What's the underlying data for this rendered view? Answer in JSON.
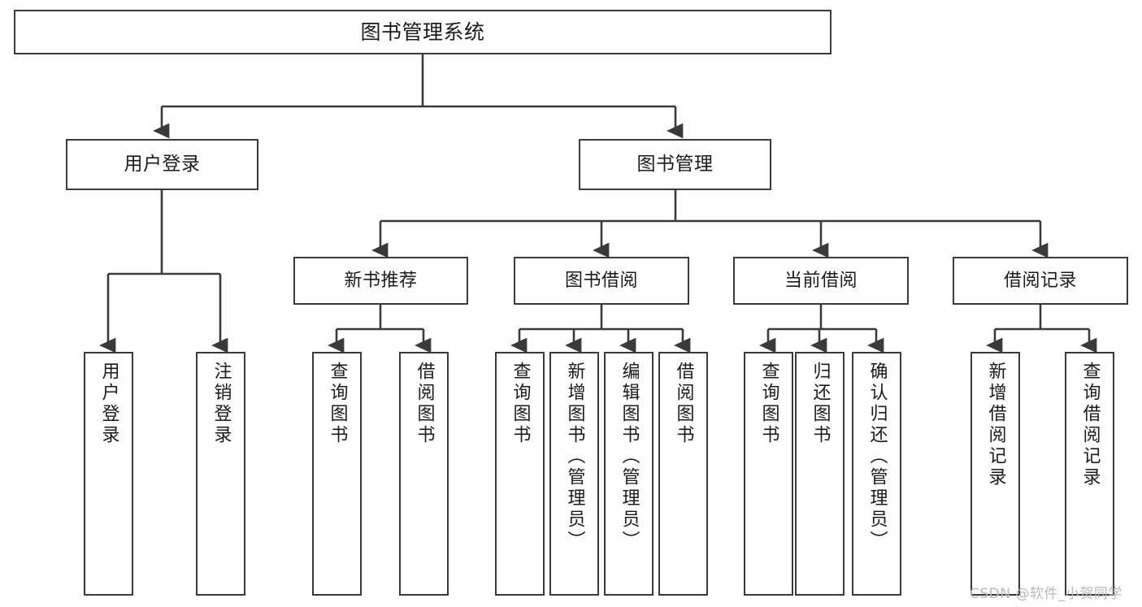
{
  "diagram": {
    "title": "图书管理系统",
    "type": "功能结构图",
    "root": {
      "id": "root",
      "label": "图书管理系统"
    },
    "level1": [
      {
        "id": "user-login",
        "label": "用户登录"
      },
      {
        "id": "book-management",
        "label": "图书管理"
      }
    ],
    "level2": [
      {
        "id": "new-book-recommend",
        "label": "新书推荐",
        "parent": "book-management"
      },
      {
        "id": "book-borrow",
        "label": "图书借阅",
        "parent": "book-management"
      },
      {
        "id": "current-borrow",
        "label": "当前借阅",
        "parent": "book-management"
      },
      {
        "id": "borrow-record",
        "label": "借阅记录",
        "parent": "book-management"
      }
    ],
    "leaves": [
      {
        "id": "leaf-user-login",
        "label": "用户登录",
        "parent": "user-login"
      },
      {
        "id": "leaf-user-logout",
        "label": "注销登录",
        "parent": "user-login"
      },
      {
        "id": "leaf-query-book-1",
        "label": "查询图书",
        "parent": "new-book-recommend"
      },
      {
        "id": "leaf-borrow-book-1",
        "label": "借阅图书",
        "parent": "new-book-recommend"
      },
      {
        "id": "leaf-query-book-2",
        "label": "查询图书",
        "parent": "book-borrow"
      },
      {
        "id": "leaf-add-book",
        "label": "新增图书（管理员）",
        "parent": "book-borrow"
      },
      {
        "id": "leaf-edit-book",
        "label": "编辑图书（管理员）",
        "parent": "book-borrow"
      },
      {
        "id": "leaf-borrow-book-2",
        "label": "借阅图书",
        "parent": "book-borrow"
      },
      {
        "id": "leaf-query-book-3",
        "label": "查询图书",
        "parent": "current-borrow"
      },
      {
        "id": "leaf-return-book",
        "label": "归还图书",
        "parent": "current-borrow"
      },
      {
        "id": "leaf-confirm-return",
        "label": "确认归还（管理员）",
        "parent": "current-borrow"
      },
      {
        "id": "leaf-add-record",
        "label": "新增借阅记录",
        "parent": "borrow-record"
      },
      {
        "id": "leaf-query-record",
        "label": "查询借阅记录",
        "parent": "borrow-record"
      }
    ],
    "watermark": "CSDN @软件_小贺同学",
    "colors": {
      "stroke": "#3a3a3a",
      "background": "#ffffff",
      "text": "#1b1b1b",
      "watermark": "#b9b9b9"
    }
  }
}
